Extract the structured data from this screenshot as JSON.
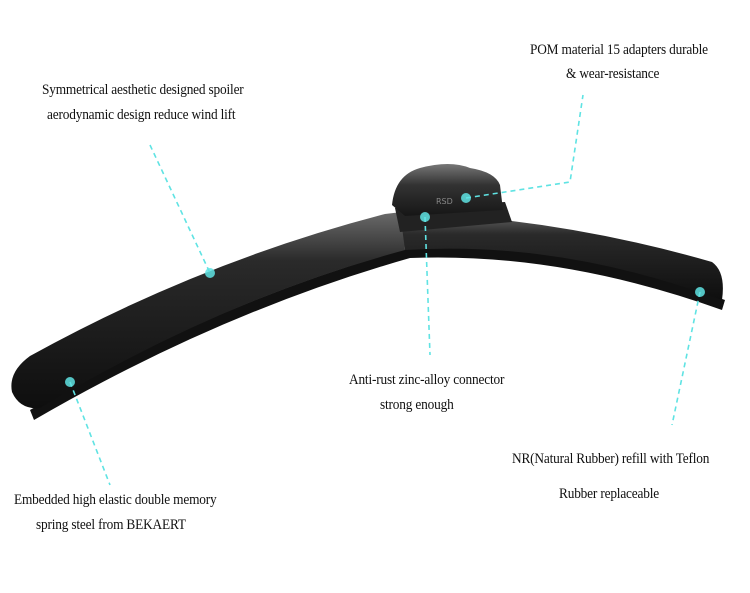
{
  "product": {
    "logo_text": "RSD",
    "accent_color": "#5fe3e3",
    "blade_color": "#1c1c1c"
  },
  "callouts": [
    {
      "id": "spoiler",
      "lines": [
        "Symmetrical aesthetic designed spoiler",
        "aerodynamic design reduce wind lift"
      ]
    },
    {
      "id": "spring",
      "lines": [
        "Embedded high elastic double memory",
        "spring steel from BEKAERT"
      ]
    },
    {
      "id": "connector",
      "lines": [
        "Anti-rust zinc-alloy connector",
        "strong enough"
      ]
    },
    {
      "id": "adapters",
      "lines": [
        "POM material 15 adapters durable",
        "& wear-resistance"
      ]
    },
    {
      "id": "rubber",
      "lines": [
        "NR(Natural Rubber) refill with Teflon",
        "Rubber replaceable"
      ]
    }
  ]
}
